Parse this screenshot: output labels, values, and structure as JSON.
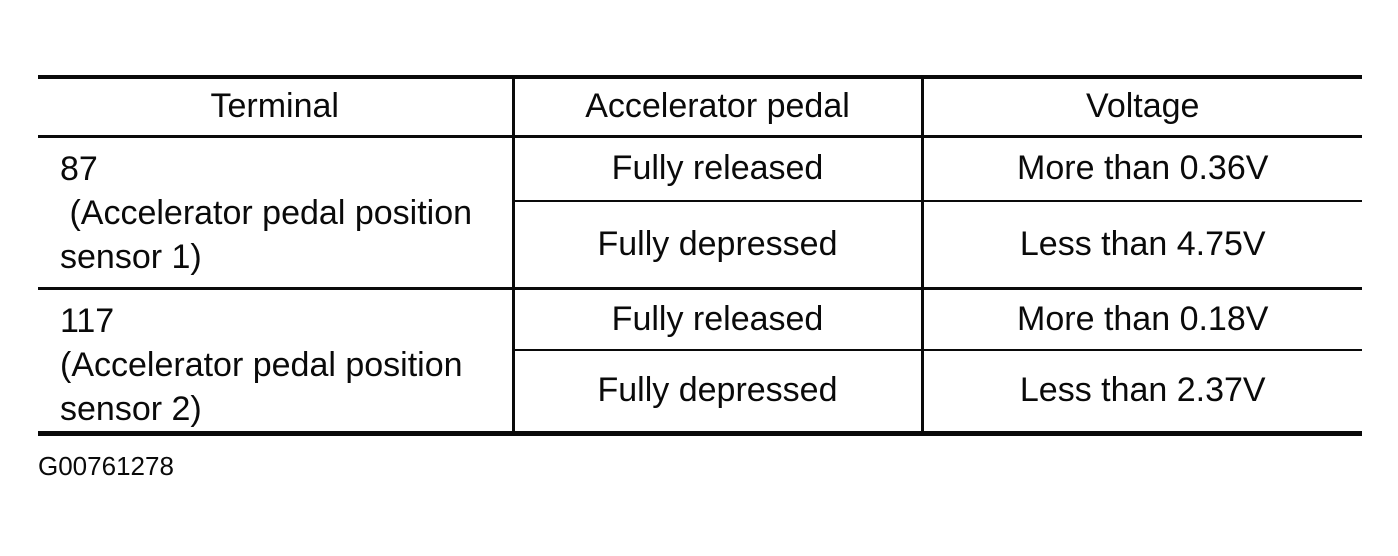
{
  "table": {
    "columns": [
      "Terminal",
      "Accelerator pedal",
      "Voltage"
    ],
    "groups": [
      {
        "terminal": "87\n (Accelerator pedal position\nsensor 1)",
        "rows": [
          {
            "pedal": "Fully released",
            "voltage": "More than 0.36V"
          },
          {
            "pedal": "Fully depressed",
            "voltage": "Less than 4.75V"
          }
        ]
      },
      {
        "terminal": "117\n(Accelerator pedal position\nsensor 2)",
        "rows": [
          {
            "pedal": "Fully released",
            "voltage": "More than 0.18V"
          },
          {
            "pedal": "Fully depressed",
            "voltage": "Less than 2.37V"
          }
        ]
      }
    ]
  },
  "footer": {
    "figure_id": "G00761278"
  },
  "colors": {
    "ink": "#0a0a0a",
    "paper": "#ffffff"
  }
}
